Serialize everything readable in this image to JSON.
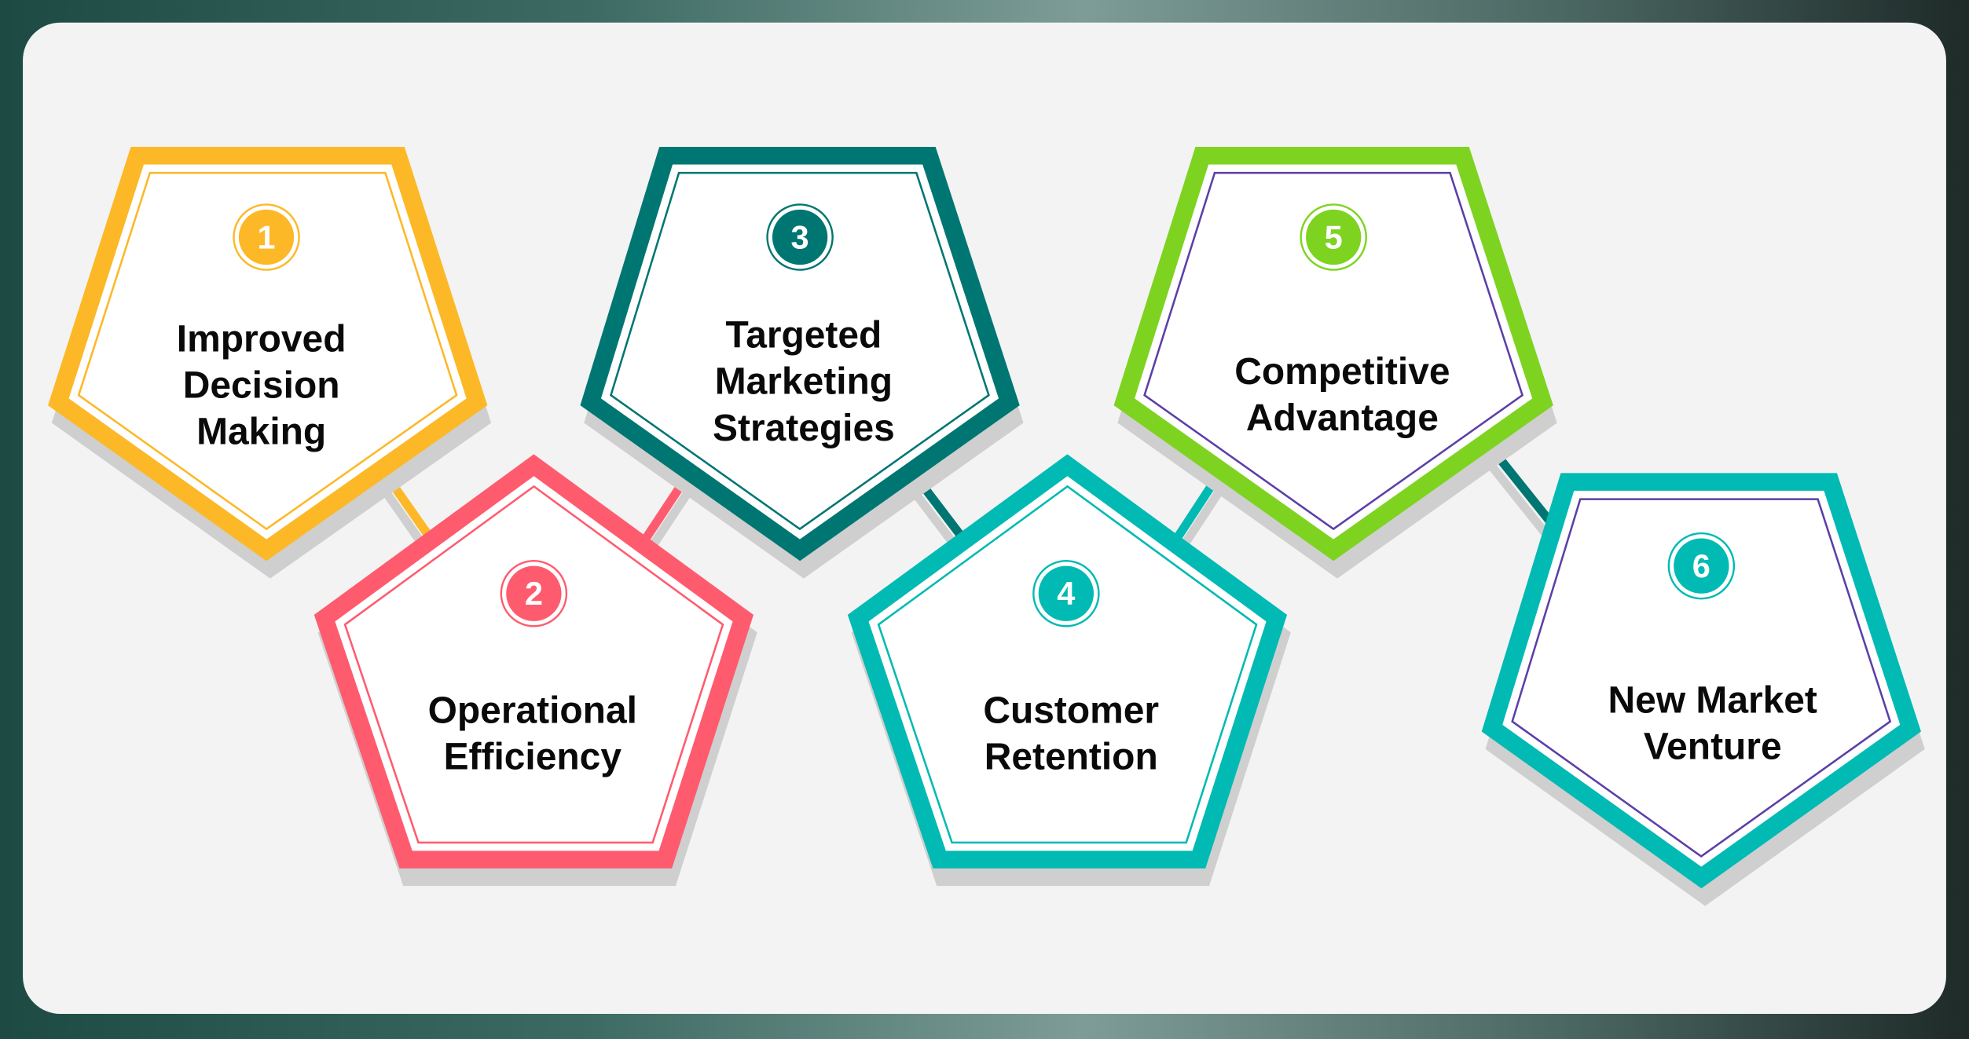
{
  "colors": {
    "yellow": "#FDB827",
    "pink": "#FF5B6E",
    "dark_teal": "#007672",
    "teal": "#00BAB3",
    "green": "#7ED321",
    "purple": "#5B3FA8",
    "card": "#F3F3F3"
  },
  "steps": [
    {
      "number": "1",
      "lines": [
        "Improved",
        "Decision",
        "Making"
      ],
      "color": "#FDB827",
      "inner": "#FDB827"
    },
    {
      "number": "2",
      "lines": [
        "Operational",
        "Efficiency"
      ],
      "color": "#FF5B6E",
      "inner": "#FF5B6E"
    },
    {
      "number": "3",
      "lines": [
        "Targeted",
        "Marketing",
        "Strategies"
      ],
      "color": "#007672",
      "inner": "#007672"
    },
    {
      "number": "4",
      "lines": [
        "Customer",
        "Retention"
      ],
      "color": "#00BAB3",
      "inner": "#00BAB3"
    },
    {
      "number": "5",
      "lines": [
        "Competitive",
        "Advantage"
      ],
      "color": "#7ED321",
      "inner": "#5B3FA8"
    },
    {
      "number": "6",
      "lines": [
        "New Market",
        "Venture"
      ],
      "color": "#00BAB3",
      "inner": "#5B3FA8"
    }
  ]
}
